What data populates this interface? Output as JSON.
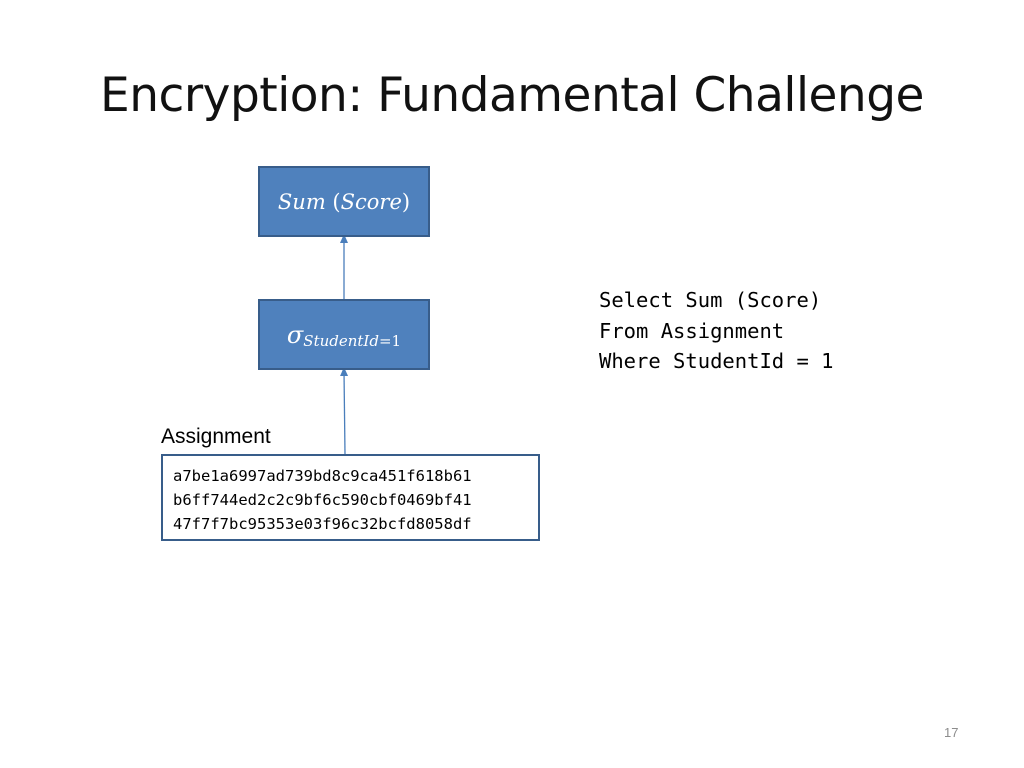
{
  "slide": {
    "title": "Encryption: Fundamental Challenge",
    "page_number": "17"
  },
  "plan": {
    "sum_node": {
      "func": "Sum",
      "arg": "Score"
    },
    "select_node": {
      "symbol": "σ",
      "attribute": "StudentId",
      "operator": "=",
      "value": "1"
    },
    "table": {
      "name": "Assignment",
      "rows": [
        "a7be1a6997ad739bd8c9ca451f618b61",
        "b6ff744ed2c2c9bf6c590cbf0469bf41",
        "47f7f7bc95353e03f96c32bcfd8058df"
      ]
    }
  },
  "sql": {
    "lines": [
      "Select Sum (Score)",
      "From Assignment",
      "Where StudentId = 1"
    ]
  },
  "colors": {
    "box_fill": "#4f81bd",
    "box_border": "#385d8a",
    "arrow": "#4a7ebb"
  }
}
